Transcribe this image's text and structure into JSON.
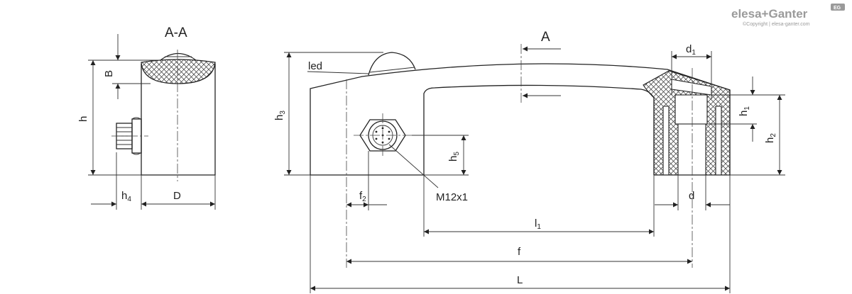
{
  "logo": {
    "brand": "elesa+Ganter",
    "badge": "EG",
    "copyright": "©Copyright | elesa-ganter.com"
  },
  "section_view": {
    "title": "A-A"
  },
  "section_arrow": {
    "label": "A"
  },
  "labels": {
    "B": "B",
    "h": "h",
    "h4": "h",
    "h4_sub": "4",
    "D": "D",
    "led": "led",
    "h3": "h",
    "h3_sub": "3",
    "h5": "h",
    "h5_sub": "5",
    "m12": "M12x1",
    "f2": "f",
    "f2_sub": "2",
    "l1": "l",
    "l1_sub": "1",
    "f": "f",
    "L": "L",
    "d1": "d",
    "d1_sub": "1",
    "h1": "h",
    "h1_sub": "1",
    "h2": "h",
    "h2_sub": "2",
    "d": "d"
  }
}
